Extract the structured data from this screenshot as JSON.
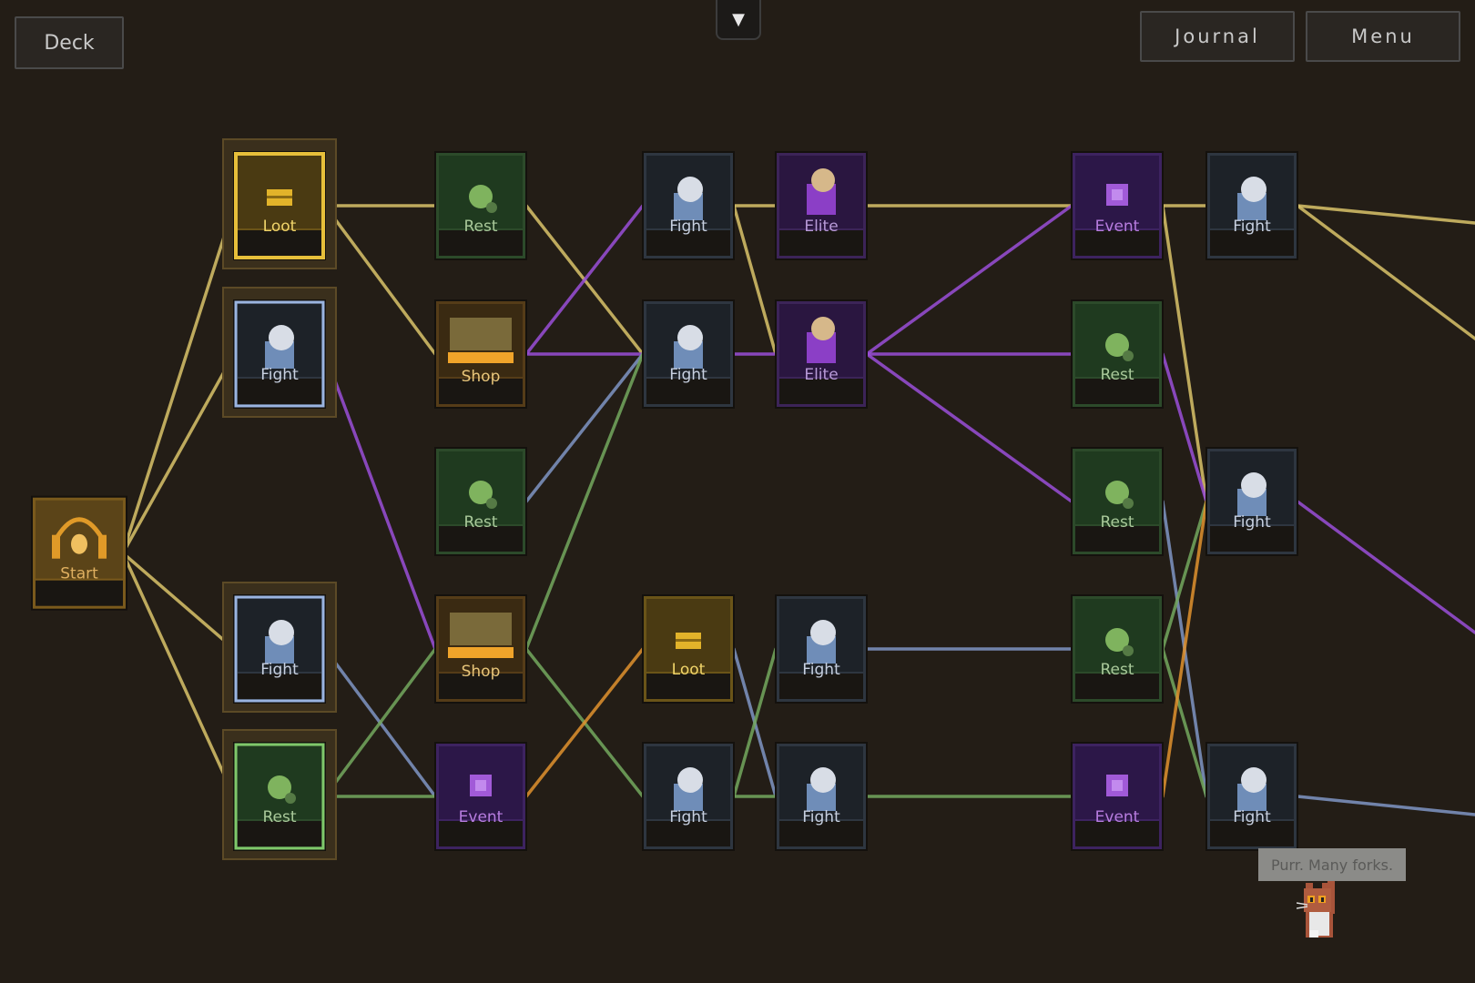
{
  "buttons": {
    "deck": "Deck",
    "journal": "Journal",
    "menu": "Menu",
    "toggle": "▼"
  },
  "cat": {
    "speech": "Purr. Many forks."
  },
  "colors": {
    "yellow": "#d9c36a",
    "purple": "#9a4fd8",
    "blue": "#7f95c4",
    "green": "#73a85e",
    "orange": "#e0922e"
  },
  "nodes": [
    {
      "id": "start",
      "type": "start",
      "label": "Start",
      "col": 0,
      "row": 2.35
    },
    {
      "id": "c1a",
      "type": "loot",
      "label": "Loot",
      "col": 1,
      "row": 0,
      "state": "visited"
    },
    {
      "id": "c1b",
      "type": "fight",
      "label": "Fight",
      "col": 1,
      "row": 1,
      "state": "selectable"
    },
    {
      "id": "c1c",
      "type": "fight",
      "label": "Fight",
      "col": 1,
      "row": 3,
      "state": "selectable"
    },
    {
      "id": "c1d",
      "type": "rest",
      "label": "Rest",
      "col": 1,
      "row": 4,
      "state": "selectable"
    },
    {
      "id": "c2a",
      "type": "rest",
      "label": "Rest",
      "col": 2,
      "row": 0
    },
    {
      "id": "c2b",
      "type": "shop",
      "label": "Shop",
      "col": 2,
      "row": 1
    },
    {
      "id": "c2c",
      "type": "rest",
      "label": "Rest",
      "col": 2,
      "row": 2
    },
    {
      "id": "c2d",
      "type": "shop",
      "label": "Shop",
      "col": 2,
      "row": 3
    },
    {
      "id": "c2e",
      "type": "event",
      "label": "Event",
      "col": 2,
      "row": 4
    },
    {
      "id": "c3a",
      "type": "fight",
      "label": "Fight",
      "col": 3,
      "row": 0
    },
    {
      "id": "c3b",
      "type": "fight",
      "label": "Fight",
      "col": 3,
      "row": 1
    },
    {
      "id": "c3c",
      "type": "loot",
      "label": "Loot",
      "col": 3,
      "row": 3
    },
    {
      "id": "c3d",
      "type": "fight",
      "label": "Fight",
      "col": 3,
      "row": 4
    },
    {
      "id": "c4a",
      "type": "elite",
      "label": "Elite",
      "col": 4,
      "row": 0
    },
    {
      "id": "c4b",
      "type": "elite",
      "label": "Elite",
      "col": 4,
      "row": 1
    },
    {
      "id": "c4c",
      "type": "fight",
      "label": "Fight",
      "col": 4,
      "row": 3
    },
    {
      "id": "c4d",
      "type": "fight",
      "label": "Fight",
      "col": 4,
      "row": 4
    },
    {
      "id": "c5a",
      "type": "event",
      "label": "Event",
      "col": 5,
      "row": 0
    },
    {
      "id": "c5b",
      "type": "rest",
      "label": "Rest",
      "col": 5,
      "row": 1
    },
    {
      "id": "c5c",
      "type": "rest",
      "label": "Rest",
      "col": 5,
      "row": 2
    },
    {
      "id": "c5d",
      "type": "rest",
      "label": "Rest",
      "col": 5,
      "row": 3
    },
    {
      "id": "c5e",
      "type": "event",
      "label": "Event",
      "col": 5,
      "row": 4
    },
    {
      "id": "c6a",
      "type": "fight",
      "label": "Fight",
      "col": 6,
      "row": 0
    },
    {
      "id": "c6b",
      "type": "fight",
      "label": "Fight",
      "col": 6,
      "row": 2
    },
    {
      "id": "c6c",
      "type": "fight",
      "label": "Fight",
      "col": 6,
      "row": 4
    }
  ],
  "edges": [
    {
      "from": "start",
      "to": "c1a",
      "color": "yellow"
    },
    {
      "from": "start",
      "to": "c1b",
      "color": "yellow"
    },
    {
      "from": "start",
      "to": "c1c",
      "color": "yellow"
    },
    {
      "from": "start",
      "to": "c1d",
      "color": "yellow"
    },
    {
      "from": "c1a",
      "to": "c2a",
      "color": "yellow"
    },
    {
      "from": "c1a",
      "to": "c2b",
      "color": "yellow"
    },
    {
      "from": "c1b",
      "to": "c2d",
      "color": "purple"
    },
    {
      "from": "c1c",
      "to": "c2e",
      "color": "blue"
    },
    {
      "from": "c1d",
      "to": "c2d",
      "color": "green"
    },
    {
      "from": "c1d",
      "to": "c2e",
      "color": "green"
    },
    {
      "from": "c2a",
      "to": "c3b",
      "color": "yellow"
    },
    {
      "from": "c2b",
      "to": "c3a",
      "color": "purple"
    },
    {
      "from": "c2b",
      "to": "c3b",
      "color": "purple"
    },
    {
      "from": "c2c",
      "to": "c3b",
      "color": "blue"
    },
    {
      "from": "c2d",
      "to": "c3b",
      "color": "green"
    },
    {
      "from": "c2d",
      "to": "c3d",
      "color": "green"
    },
    {
      "from": "c2e",
      "to": "c3c",
      "color": "orange"
    },
    {
      "from": "c3a",
      "to": "c4a",
      "color": "yellow"
    },
    {
      "from": "c3a",
      "to": "c4b",
      "color": "yellow"
    },
    {
      "from": "c3b",
      "to": "c4b",
      "color": "purple"
    },
    {
      "from": "c3c",
      "to": "c4d",
      "color": "blue"
    },
    {
      "from": "c3d",
      "to": "c4c",
      "color": "green"
    },
    {
      "from": "c3d",
      "to": "c4d",
      "color": "green"
    },
    {
      "from": "c4a",
      "to": "c5a",
      "color": "yellow"
    },
    {
      "from": "c4b",
      "to": "c5a",
      "color": "purple"
    },
    {
      "from": "c4b",
      "to": "c5b",
      "color": "purple"
    },
    {
      "from": "c4b",
      "to": "c5c",
      "color": "purple"
    },
    {
      "from": "c4c",
      "to": "c5d",
      "color": "blue"
    },
    {
      "from": "c4d",
      "to": "c5e",
      "color": "green"
    },
    {
      "from": "c5a",
      "to": "c6a",
      "color": "yellow"
    },
    {
      "from": "c5a",
      "to": "c6b",
      "color": "yellow"
    },
    {
      "from": "c5b",
      "to": "c6b",
      "color": "purple"
    },
    {
      "from": "c5c",
      "to": "c6c",
      "color": "blue"
    },
    {
      "from": "c5d",
      "to": "c6b",
      "color": "green"
    },
    {
      "from": "c5d",
      "to": "c6c",
      "color": "green"
    },
    {
      "from": "c5e",
      "to": "c6b",
      "color": "orange"
    },
    {
      "from": "c6a",
      "to": "off_a",
      "color": "yellow"
    },
    {
      "from": "c6a",
      "to": "off_b",
      "color": "yellow"
    },
    {
      "from": "c6b",
      "to": "off_c",
      "color": "purple"
    },
    {
      "from": "c6c",
      "to": "off_d",
      "color": "blue"
    }
  ]
}
